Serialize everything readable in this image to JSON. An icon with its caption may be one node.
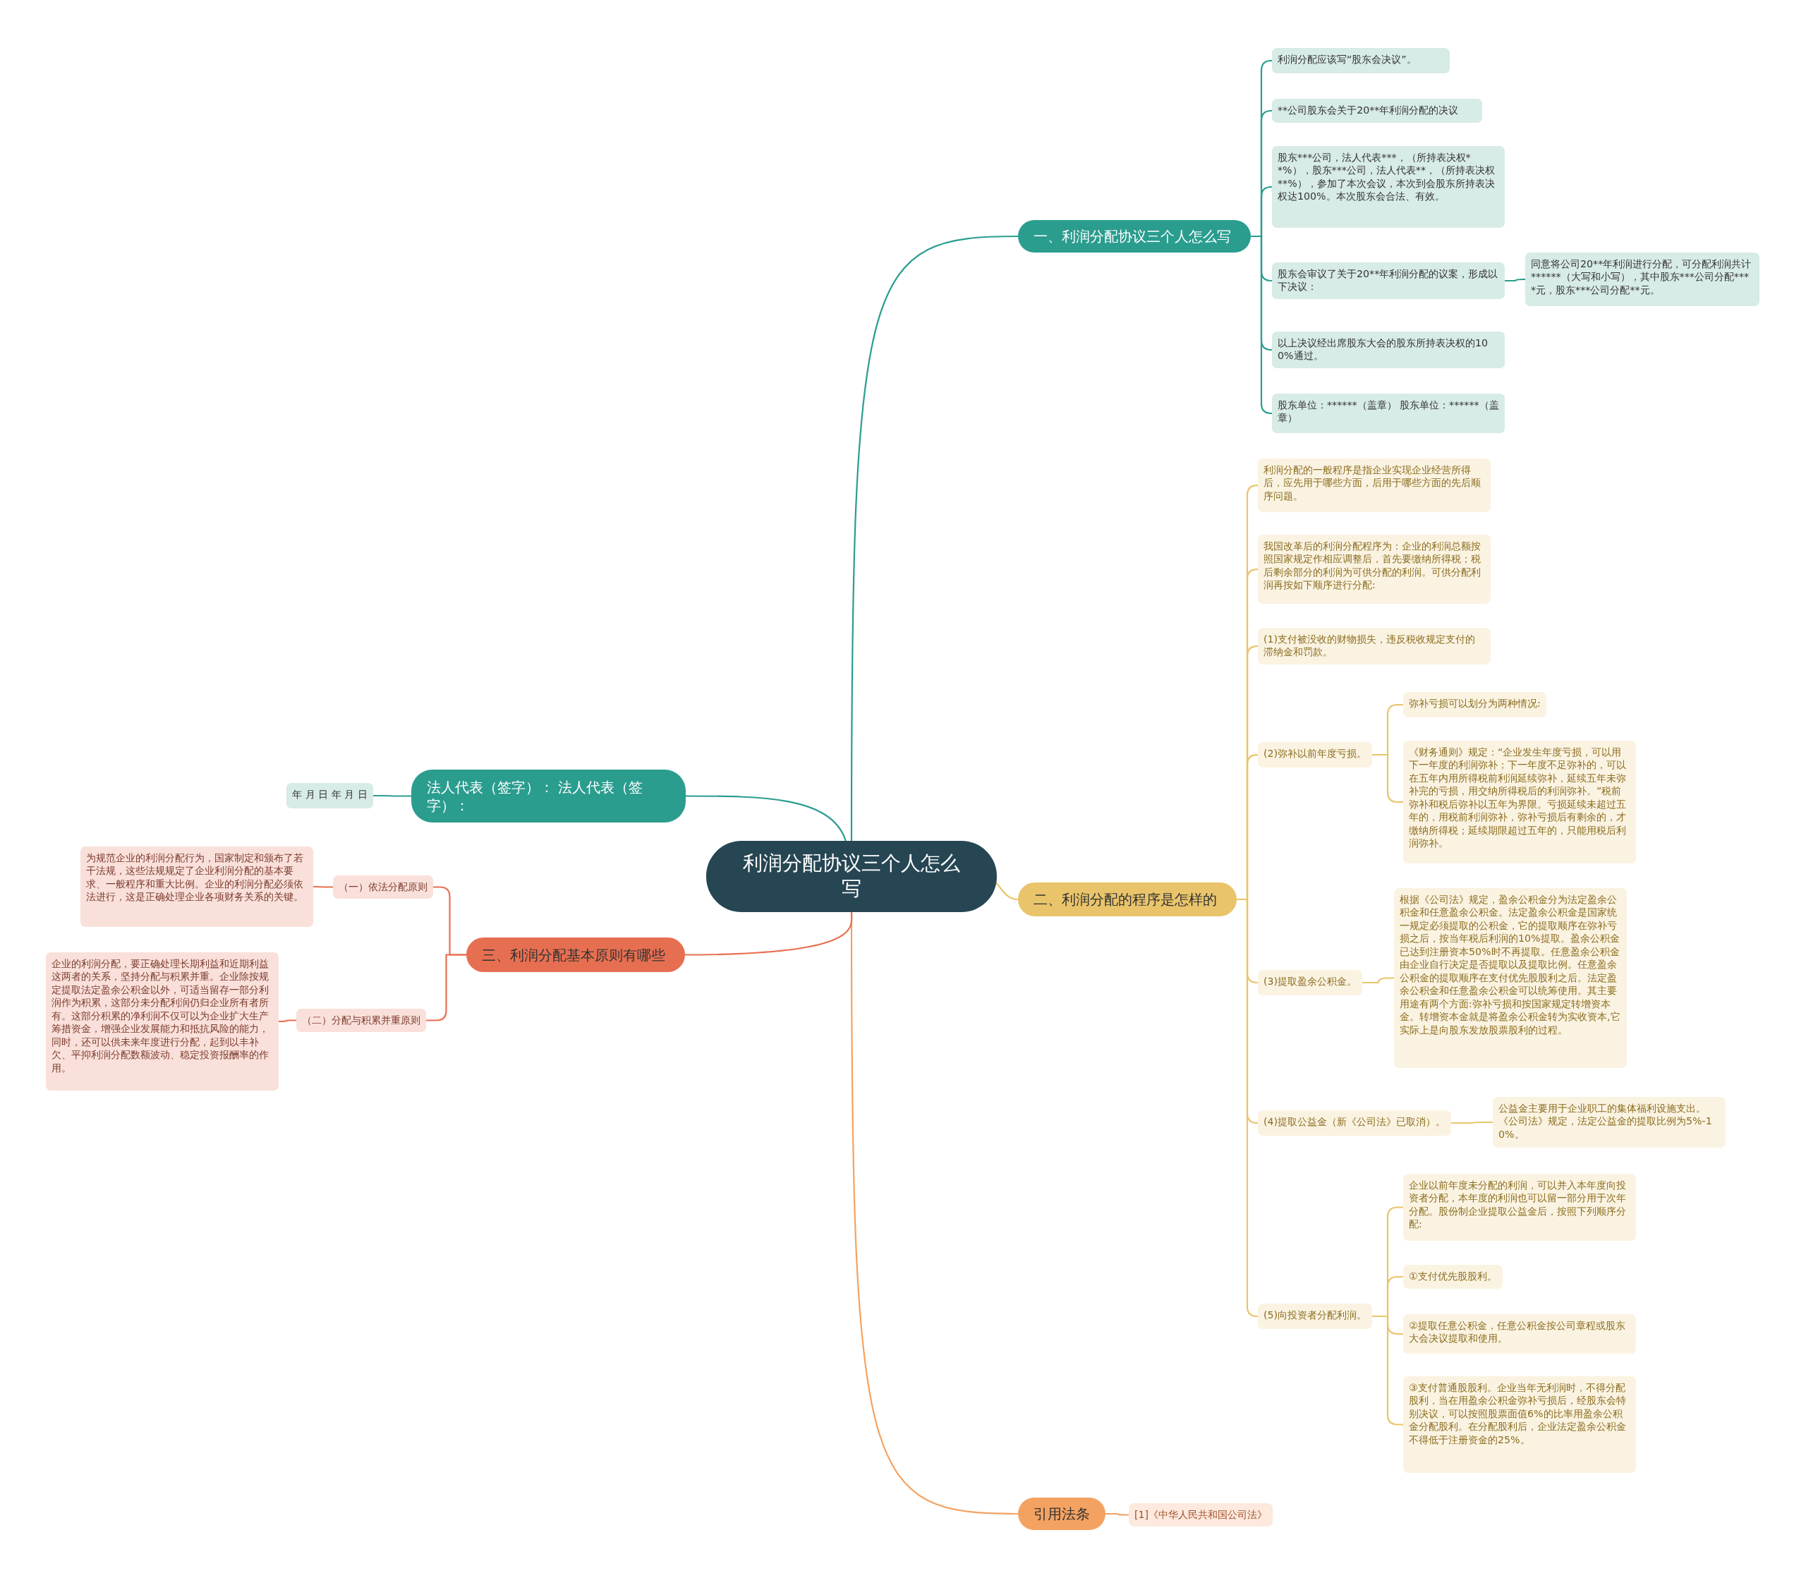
{
  "diagram": {
    "nodes": [
      {
        "text": [
          "利润分配协议三个人怎么写"
        ]
      },
      {
        "text": [
          "一、利润分配协议三个人怎么写"
        ]
      },
      {
        "text": [
          "利润分配应该写“股东会决议”。"
        ]
      },
      {
        "text": [
          "**公司股东会关于20**年利润分配的决议"
        ]
      },
      {
        "text": [
          "股东***公司，法人代表***，（所持表决权**%），股东***公司，法人代表**，（所持表决权**%），参加了本次会议，本次到会股东所持表决权达100%。本次股东会合法、有效。"
        ]
      },
      {
        "text": [
          "股东会审议了关于20**年利润分配的议案，形成以下决议："
        ]
      },
      {
        "text": [
          "同意将公司20**年利润进行分配，可分配利润共计******（大写和小写），其中股东***公司分配****元，股东***公司分配**元。"
        ]
      },
      {
        "text": [
          "以上决议经出席股东大会的股东所持表决权的100%通过。"
        ]
      },
      {
        "text": [
          "股东单位：******（盖章） 股东单位：******（盖章）"
        ]
      },
      {
        "text": [
          "二、利润分配的程序是怎样的"
        ]
      },
      {
        "text": [
          "利润分配的一般程序是指企业实现企业经营所得后，应先用于哪些方面，后用于哪些方面的先后顺序问题。"
        ]
      },
      {
        "text": [
          "我国改革后的利润分配程序为：企业的利润总额按照国家规定作相应调整后，首先要缴纳所得税；税后剩余部分的利润为可供分配的利润。可供分配利润再按如下顺序进行分配:"
        ]
      },
      {
        "text": [
          "(1)支付被没收的财物损失，违反税收规定支付的滞纳金和罚款。"
        ]
      },
      {
        "text": [
          "(2)弥补以前年度亏损。"
        ]
      },
      {
        "text": [
          "弥补亏损可以划分为两种情况:"
        ]
      },
      {
        "text": [
          "《财务通则》规定：“企业发生年度亏损，可以用下一年度的利润弥补；下一年度不足弥补的，可以在五年内用所得税前利润延续弥补，延续五年未弥补完的亏损，用交纳所得税后的利润弥补。”税前弥补和税后弥补以五年为界限。亏损延续未超过五年的，用税前利润弥补，弥补亏损后有剩余的，才缴纳所得税；延续期限超过五年的，只能用税后利润弥补。"
        ]
      },
      {
        "text": [
          "(3)提取盈余公积金。"
        ]
      },
      {
        "text": [
          "根据《公司法》规定，盈余公积金分为法定盈余公积金和任意盈余公积金。法定盈余公积金是国家统一规定必须提取的公积金，它的提取顺序在弥补亏损之后，按当年税后利润的10%提取。盈余公积金已达到注册资本50%时不再提取。任意盈余公积金由企业自行决定是否提取以及提取比例。任意盈余公积金的提取顺序在支付优先股股利之后。法定盈余公积金和任意盈余公积金可以统筹使用。其主要用途有两个方面:弥补亏损和按国家规定转增资本金。转增资本金就是将盈余公积金转为实收资本,它实际上是向股东发放股票股利的过程。"
        ]
      },
      {
        "text": [
          "(4)提取公益金（新《公司法》已取消）。"
        ]
      },
      {
        "text": [
          "公益金主要用于企业职工的集体福利设施支出。《公司法》规定，法定公益金的提取比例为5%-10%。"
        ]
      },
      {
        "text": [
          "(5)向投资者分配利润。"
        ]
      },
      {
        "text": [
          "企业以前年度未分配的利润，可以并入本年度向投资者分配，本年度的利润也可以留一部分用于次年分配。股份制企业提取公益金后，按照下列顺序分配:"
        ]
      },
      {
        "text": [
          "①支付优先股股利。"
        ]
      },
      {
        "text": [
          "②提取任意公积金，任意公积金按公司章程或股东大会决议提取和使用。"
        ]
      },
      {
        "text": [
          "③支付普通股股利。企业当年无利润时，不得分配股利，当在用盈余公积金弥补亏损后，经股东会特别决议，可以按照股票面值6%的比率用盈余公积金分配股利。在分配股利后，企业法定盈余公积金不得低于注册资金的25%。"
        ]
      },
      {
        "text": [
          "引用法条"
        ]
      },
      {
        "text": [
          "[1]《中华人民共和国公司法》"
        ]
      },
      {
        "text": [
          "法人代表（签字）： 法人代表（签字）："
        ]
      },
      {
        "text": [
          "年 月 日 年 月 日"
        ]
      },
      {
        "text": [
          "三、利润分配基本原则有哪些"
        ]
      },
      {
        "text": [
          "（一）依法分配原则"
        ]
      },
      {
        "text": [
          "为规范企业的利润分配行为，国家制定和颁布了若干法规，这些法规规定了企业利润分配的基本要求、一般程序和重大比例。企业的利润分配必须依法进行，这是正确处理企业各项财务关系的关键。"
        ]
      },
      {
        "text": [
          "（二）分配与积累并重原则"
        ]
      },
      {
        "text": [
          "企业的利润分配，要正确处理长期利益和近期利益这两者的关系，坚持分配与积累并重。企业除按规定提取法定盈余公积金以外，可适当留存一部分利润作为积累，这部分未分配利润仍归企业所有者所有。这部分积累的净利润不仅可以为企业扩大生产筹措资金，增强企业发展能力和抵抗风险的能力，同时，还可以供未来年度进行分配，起到以丰补欠、平抑利润分配数额波动、稳定投资报酬率的作用。"
        ]
      }
    ],
    "edges": [
      {
        "from": 0,
        "to": 1,
        "arrow": "none",
        "color": "#2a9d8f"
      },
      {
        "from": 1,
        "to": 2,
        "arrow": "none",
        "color": "#2a9d8f"
      },
      {
        "from": 1,
        "to": 3,
        "arrow": "none",
        "color": "#2a9d8f"
      },
      {
        "from": 1,
        "to": 4,
        "arrow": "none",
        "color": "#2a9d8f"
      },
      {
        "from": 1,
        "to": 5,
        "arrow": "none",
        "color": "#2a9d8f"
      },
      {
        "from": 5,
        "to": 6,
        "arrow": "none",
        "color": "#2a9d8f"
      },
      {
        "from": 1,
        "to": 7,
        "arrow": "none",
        "color": "#2a9d8f"
      },
      {
        "from": 1,
        "to": 8,
        "arrow": "none",
        "color": "#2a9d8f"
      },
      {
        "from": 0,
        "to": 9,
        "arrow": "none",
        "color": "#e9c46a"
      },
      {
        "from": 9,
        "to": 10,
        "arrow": "none",
        "color": "#e9c46a"
      },
      {
        "from": 9,
        "to": 11,
        "arrow": "none",
        "color": "#e9c46a"
      },
      {
        "from": 9,
        "to": 12,
        "arrow": "none",
        "color": "#e9c46a"
      },
      {
        "from": 9,
        "to": 13,
        "arrow": "none",
        "color": "#e9c46a"
      },
      {
        "from": 13,
        "to": 14,
        "arrow": "none",
        "color": "#e9c46a"
      },
      {
        "from": 13,
        "to": 15,
        "arrow": "none",
        "color": "#e9c46a"
      },
      {
        "from": 9,
        "to": 16,
        "arrow": "none",
        "color": "#e9c46a"
      },
      {
        "from": 16,
        "to": 17,
        "arrow": "none",
        "color": "#e9c46a"
      },
      {
        "from": 9,
        "to": 18,
        "arrow": "none",
        "color": "#e9c46a"
      },
      {
        "from": 18,
        "to": 19,
        "arrow": "none",
        "color": "#e9c46a"
      },
      {
        "from": 9,
        "to": 20,
        "arrow": "none",
        "color": "#e9c46a"
      },
      {
        "from": 20,
        "to": 21,
        "arrow": "none",
        "color": "#e9c46a"
      },
      {
        "from": 20,
        "to": 22,
        "arrow": "none",
        "color": "#e9c46a"
      },
      {
        "from": 20,
        "to": 23,
        "arrow": "none",
        "color": "#e9c46a"
      },
      {
        "from": 20,
        "to": 24,
        "arrow": "none",
        "color": "#e9c46a"
      },
      {
        "from": 0,
        "to": 25,
        "arrow": "none",
        "color": "#f4a261"
      },
      {
        "from": 25,
        "to": 26,
        "arrow": "none",
        "color": "#f4a261"
      },
      {
        "from": 0,
        "to": 27,
        "arrow": "none",
        "color": "#2a9d8f"
      },
      {
        "from": 27,
        "to": 28,
        "arrow": "none",
        "color": "#2a9d8f"
      },
      {
        "from": 0,
        "to": 29,
        "arrow": "none",
        "color": "#e76f51"
      },
      {
        "from": 29,
        "to": 30,
        "arrow": "none",
        "color": "#e76f51"
      },
      {
        "from": 30,
        "to": 31,
        "arrow": "none",
        "color": "#e76f51"
      },
      {
        "from": 29,
        "to": 32,
        "arrow": "none",
        "color": "#e76f51"
      },
      {
        "from": 32,
        "to": 33,
        "arrow": "none",
        "color": "#e76f51"
      }
    ]
  }
}
